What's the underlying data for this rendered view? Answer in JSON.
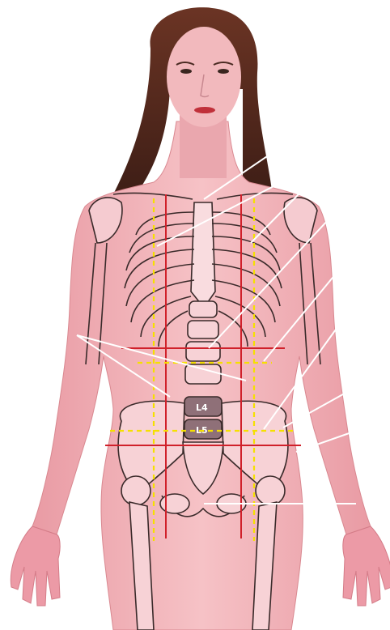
{
  "image": {
    "subject": "anatomical-overlay-photo",
    "vertebra_labels": [
      "L4",
      "L5"
    ],
    "colors": {
      "background": "#ffffff",
      "skin": "#f2b4b9",
      "skin_shadow": "#e2929b",
      "hair": "#5a2e22",
      "bone_outline": "#3a2a2a",
      "bone_fill": "#f9d9dc",
      "guide_red": "#d0202a",
      "guide_yellow": "#f5e000",
      "leader_line": "#ffffff"
    }
  }
}
